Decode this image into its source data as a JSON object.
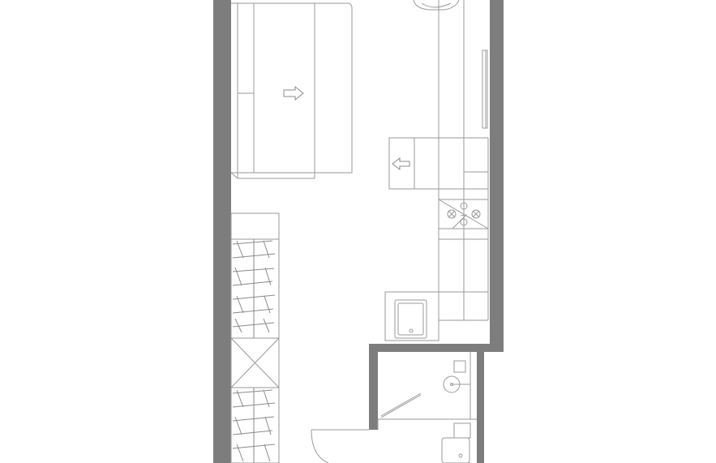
{
  "plan": {
    "background": "#ffffff",
    "wall_color": "#7d7d7d",
    "line_color": "#9a9a9a",
    "rooms": [
      "living-area",
      "kitchen",
      "wardrobe",
      "bathroom"
    ],
    "furniture": [
      "sofa",
      "chair",
      "tv-panel",
      "kitchen-counter",
      "cooktop",
      "kitchen-sink",
      "wardrobe-rails",
      "storage-box",
      "shower",
      "washbasin",
      "entry-door"
    ],
    "icons": [
      "right-arrow-icon",
      "left-arrow-icon"
    ]
  }
}
